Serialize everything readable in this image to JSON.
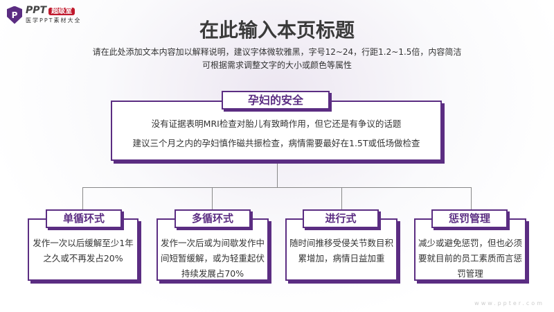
{
  "logo": {
    "mark": "P",
    "brand": "PPT",
    "badge": "超级室",
    "subtitle": "医学PPT素材大全"
  },
  "header": {
    "title": "在此输入本页标题",
    "desc_line1": "请在此处添加文本内容加以解释说明，建议字体微软雅黑，字号12~24，行距1.2~1.5倍，内容简洁",
    "desc_line2": "可根据需求调整文字的大小或颜色等属性"
  },
  "main": {
    "title": "孕妇的安全",
    "line1": "没有证据表明MRI检查对胎儿有致畸作用，但它还是有争议的话题",
    "line2": "建议三个月之内的孕妇慎作磁共振检查，病情需要最好在1.5T或低场做检查"
  },
  "cards": [
    {
      "title": "单循环式",
      "text": "发作一次以后缓解至少1年之久或不再发占20%"
    },
    {
      "title": "多循环式",
      "text": "发作一次后或为间歇发作中间短暂缓解，或为轻重起伏持续发展占70%"
    },
    {
      "title": "进行式",
      "text": "随时间推移受侵关节数目积累增加，病情日益加重"
    },
    {
      "title": "惩罚管理",
      "text": "减少或避免惩罚，但也必须要就目前的员工素质而言惩罚管理"
    }
  ],
  "watermark": "www.ppter.com",
  "colors": {
    "accent": "#5b2d82"
  }
}
